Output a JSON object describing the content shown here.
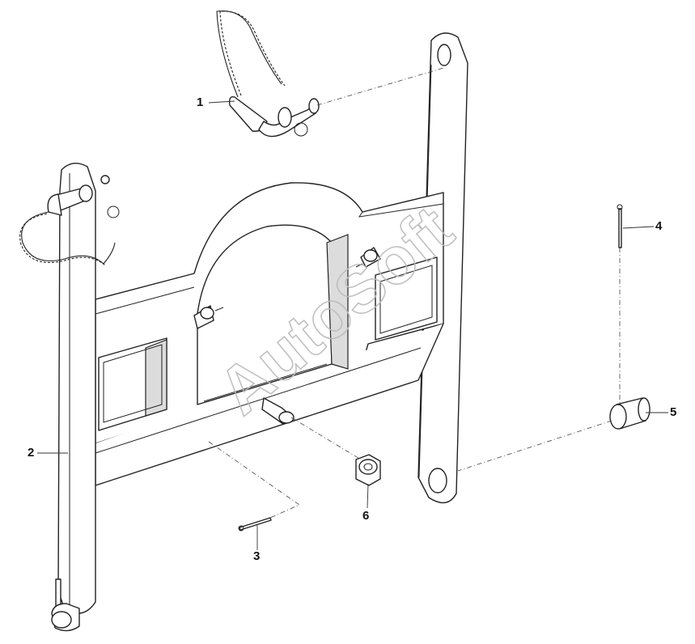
{
  "watermark": "AutoSoft",
  "callouts": [
    {
      "id": "1",
      "label": "1"
    },
    {
      "id": "2",
      "label": "2"
    },
    {
      "id": "3",
      "label": "3"
    },
    {
      "id": "4",
      "label": "4"
    },
    {
      "id": "5",
      "label": "5"
    },
    {
      "id": "6",
      "label": "6"
    }
  ],
  "colors": {
    "line": "#222222",
    "shade": "#dcdcdc",
    "watermark": "#bbbbbb"
  }
}
